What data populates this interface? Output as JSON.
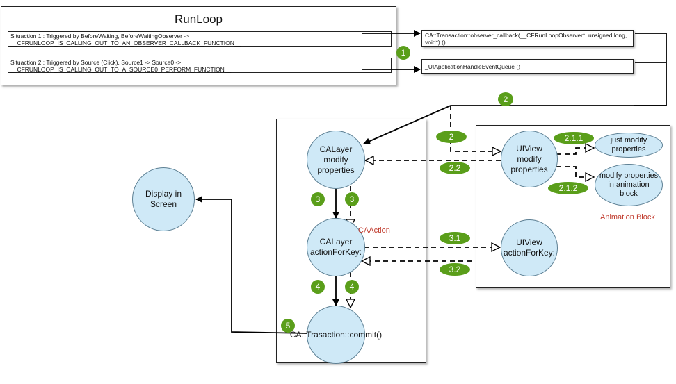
{
  "runloop": {
    "title": "RunLoop",
    "situation1": "Situaction 1 : Triggered by BeforeWaiting, BeforeWaitingObserver -> __CFRUNLOOP_IS_CALLING_OUT_TO_AN_OBSERVER_CALLBACK_FUNCTION__",
    "situation2": "Situaction 2 : Triggered by Source (Click), Source1 -> Source0 -> __CFRUNLOOP_IS_CALLING_OUT_TO_A_SOURCE0_PERFORM_FUNCTION__"
  },
  "callbacks": {
    "observer": "CA::Transaction::observer_callback(__CFRunLoopObserver*, unsigned long, void*) ()",
    "event_queue": "_UIApplicationHandleEventQueue ()"
  },
  "nodes": {
    "display": "Display in Screen",
    "calayer_modify": "CALayer modify properties",
    "calayer_action": "CALayer actionForKey:",
    "ca_commit": "CA::Trasaction::commit()",
    "uiview_modify": "UIView modify properties",
    "uiview_action": "UIView actionForKey:",
    "just_modify": "just modify properties",
    "modify_anim": "modify properties in animation block"
  },
  "labels": {
    "caaction": "CAAction",
    "animation_block": "Animation Block"
  },
  "badges": {
    "b1": "1",
    "b2_top": "2",
    "b2_mid": "2",
    "b2_2": "2.2",
    "b2_1_1": "2.1.1",
    "b2_1_2": "2.1.2",
    "b3_left": "3",
    "b3_right": "3",
    "b3_1": "3.1",
    "b3_2": "3.2",
    "b4_left": "4",
    "b4_right": "4",
    "b5": "5"
  },
  "colors": {
    "node_fill": "#cfe9f7",
    "badge_green": "#5a9e1a",
    "label_red": "#c0392b"
  }
}
